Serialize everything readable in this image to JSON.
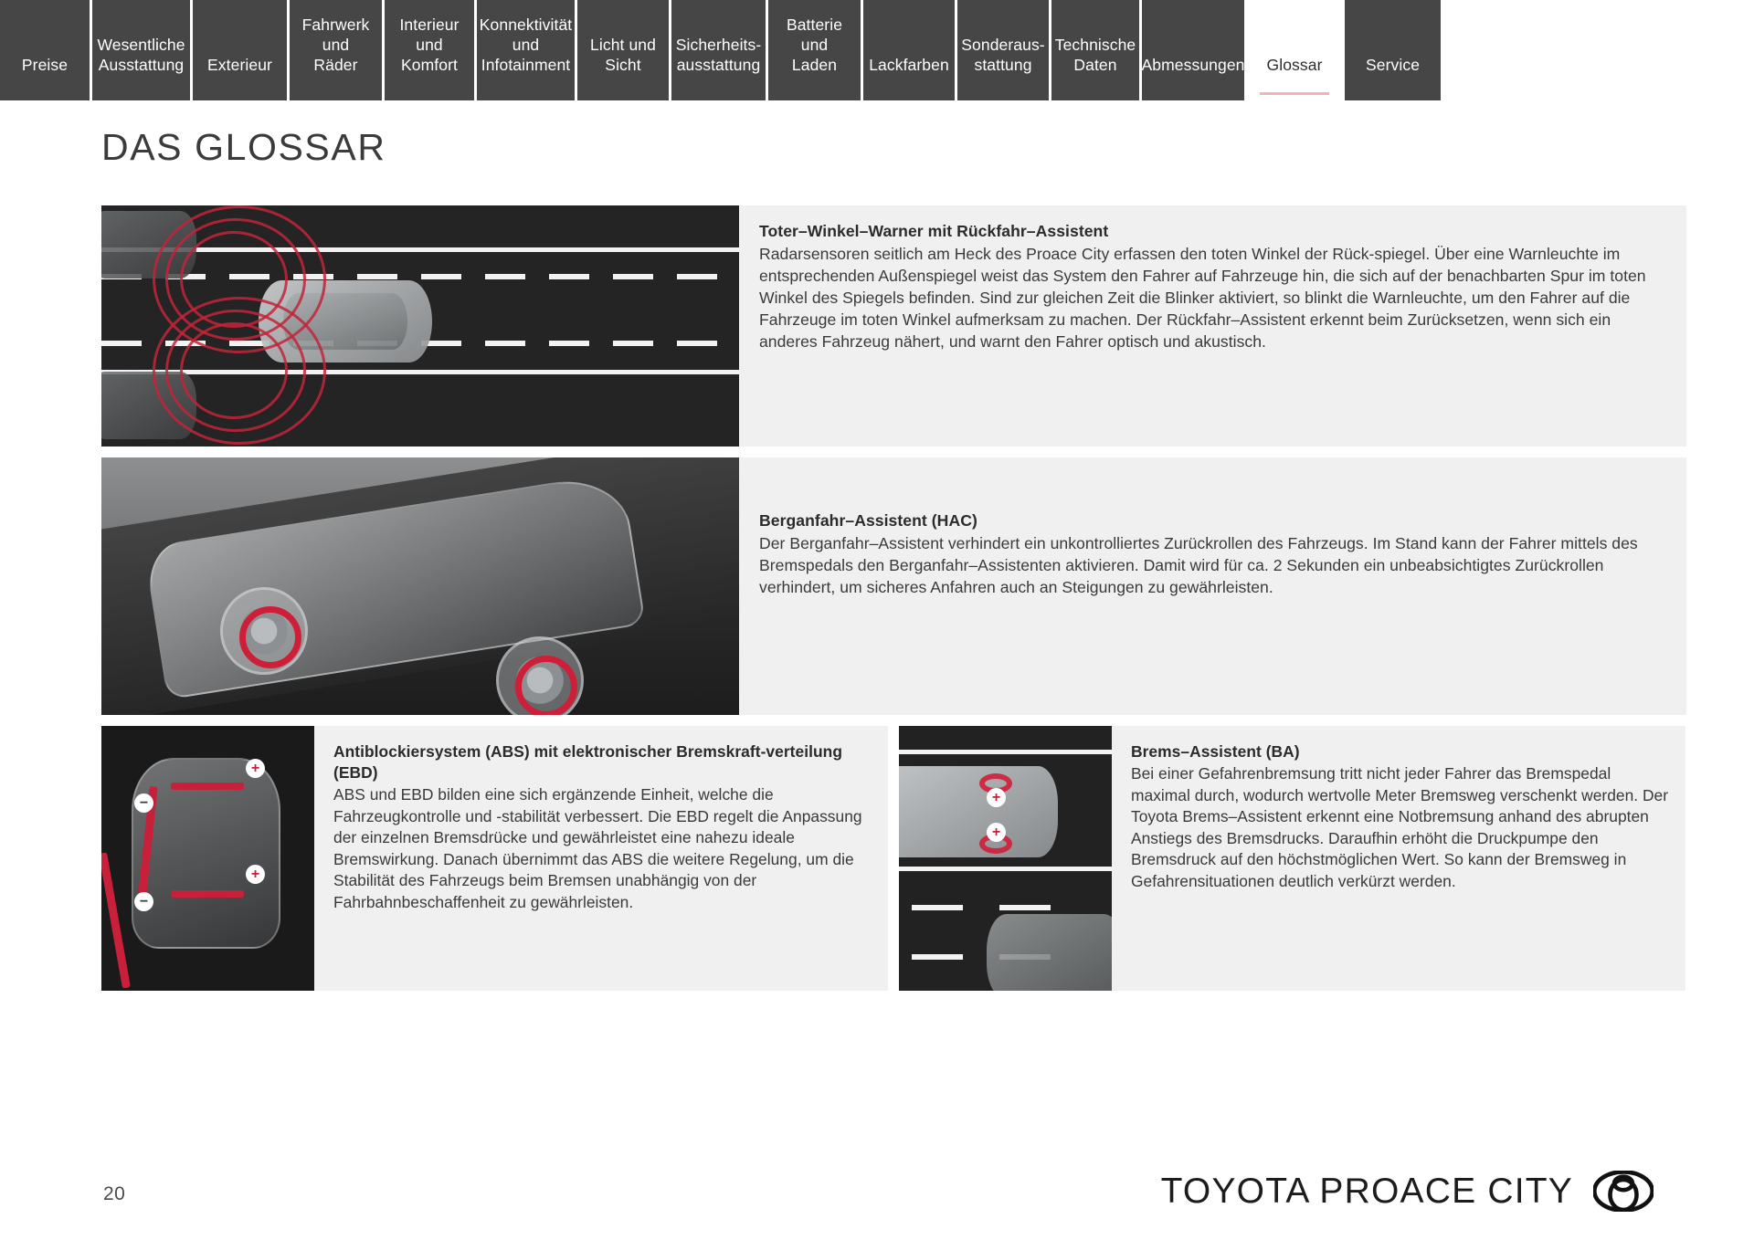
{
  "nav": {
    "tabs": [
      {
        "label": "Preise",
        "lines": [
          "Preise"
        ],
        "active": false
      },
      {
        "label": "Wesentliche Ausstattung",
        "lines": [
          "Wesentliche",
          "Ausstattung"
        ],
        "active": false
      },
      {
        "label": "Exterieur",
        "lines": [
          "Exterieur"
        ],
        "active": false
      },
      {
        "label": "Fahrwerk und Räder",
        "lines": [
          "Fahrwerk",
          "und Räder"
        ],
        "active": false
      },
      {
        "label": "Interieur und Komfort",
        "lines": [
          "Interieur und",
          "Komfort"
        ],
        "active": false
      },
      {
        "label": "Konnektivität und Infotainment",
        "lines": [
          "Konnektivität",
          "und",
          "Infotainment"
        ],
        "active": false
      },
      {
        "label": "Licht und Sicht",
        "lines": [
          "Licht und Sicht"
        ],
        "active": false
      },
      {
        "label": "Sicherheitsausstattung",
        "lines": [
          "Sicherheits-",
          "ausstattung"
        ],
        "active": false
      },
      {
        "label": "Batterie und Laden",
        "lines": [
          "Batterie",
          "und Laden"
        ],
        "active": false
      },
      {
        "label": "Lackfarben",
        "lines": [
          "Lackfarben"
        ],
        "active": false
      },
      {
        "label": "Sonderausstattung",
        "lines": [
          "Sonderaus-",
          "stattung"
        ],
        "active": false
      },
      {
        "label": "Technische Daten",
        "lines": [
          "Technische",
          "Daten"
        ],
        "active": false
      },
      {
        "label": "Abmessungen",
        "lines": [
          "Abmessungen"
        ],
        "active": false
      },
      {
        "label": "Glossar",
        "lines": [
          "Glossar"
        ],
        "active": true
      },
      {
        "label": "Service",
        "lines": [
          "Service"
        ],
        "active": false
      }
    ],
    "active_underline_color": "#eeb4b7",
    "tab_background": "#464646",
    "tab_text_color": "#ffffff"
  },
  "page": {
    "title": "DAS GLOSSAR",
    "number": "20"
  },
  "entries": [
    {
      "id": "toter-winkel-warner",
      "heading": "Toter–Winkel–Warner mit Rückfahr–Assistent",
      "body": "Radarsensoren seitlich am Heck des Proace City erfassen den toten Winkel der Rück-spiegel. Über eine Warnleuchte im entsprechenden Außenspiegel weist das System den Fahrer auf Fahrzeuge hin, die sich auf der benachbarten Spur im toten Winkel des Spiegels befinden. Sind zur gleichen Zeit die Blinker aktiviert, so blinkt die Warnleuchte, um den Fahrer auf die Fahrzeuge im toten Winkel aufmerksam zu machen. Der Rückfahr–Assistent erkennt beim Zurücksetzen, wenn sich ein anderes Fahrzeug nähert, und warnt den Fahrer optisch und akustisch.",
      "image_name": "blind-spot-monitor-illustration"
    },
    {
      "id": "berganfahr-assistent",
      "heading": "Berganfahr–Assistent (HAC)",
      "body": "Der Berganfahr–Assistent verhindert ein unkontrolliertes Zurückrollen des Fahrzeugs. Im Stand kann der Fahrer mittels des Bremspedals den Berganfahr–Assistenten aktivieren. Damit wird für ca. 2 Sekunden ein unbeabsichtigtes Zurückrollen verhindert, um sicheres Anfahren auch an Steigungen zu gewährleisten.",
      "image_name": "hill-assist-control-illustration"
    },
    {
      "id": "antiblockiersystem-abs-ebd",
      "heading": "Antiblockiersystem (ABS) mit elektronischer Bremskraft-verteilung (EBD)",
      "body": "ABS und EBD bilden eine sich ergänzende Einheit, welche die Fahrzeugkontrolle und -stabilität verbessert. Die EBD regelt die Anpassung der einzelnen Bremsdrücke und gewährleistet eine nahezu ideale Bremswirkung. Danach übernimmt das ABS die weitere Regelung, um die Stabilität des Fahrzeugs beim Bremsen unabhängig von der Fahrbahnbeschaffenheit zu gewährleisten.",
      "image_name": "abs-ebd-brake-system-illustration"
    },
    {
      "id": "brems-assistent",
      "heading": "Brems–Assistent (BA)",
      "body": "Bei einer Gefahrenbremsung tritt nicht jeder Fahrer das Bremspedal maximal durch, wodurch wertvolle Meter Bremsweg verschenkt werden. Der Toyota Brems–Assistent erkennt eine Notbremsung anhand des abrupten Anstiegs des Bremsdrucks. Daraufhin erhöht die Druckpumpe den Bremsdruck auf den höchstmöglichen Wert. So kann der Bremsweg in Gefahrensituationen deutlich verkürzt werden.",
      "image_name": "brake-assist-illustration"
    }
  ],
  "footer": {
    "brand_text": "TOYOTA PROACE CITY",
    "logo_name": "toyota-logo"
  },
  "colors": {
    "accent_red": "#cf1f38",
    "panel_grey": "#eff0ef",
    "nav_grey": "#464646",
    "text_dark": "#2b2b2b"
  }
}
